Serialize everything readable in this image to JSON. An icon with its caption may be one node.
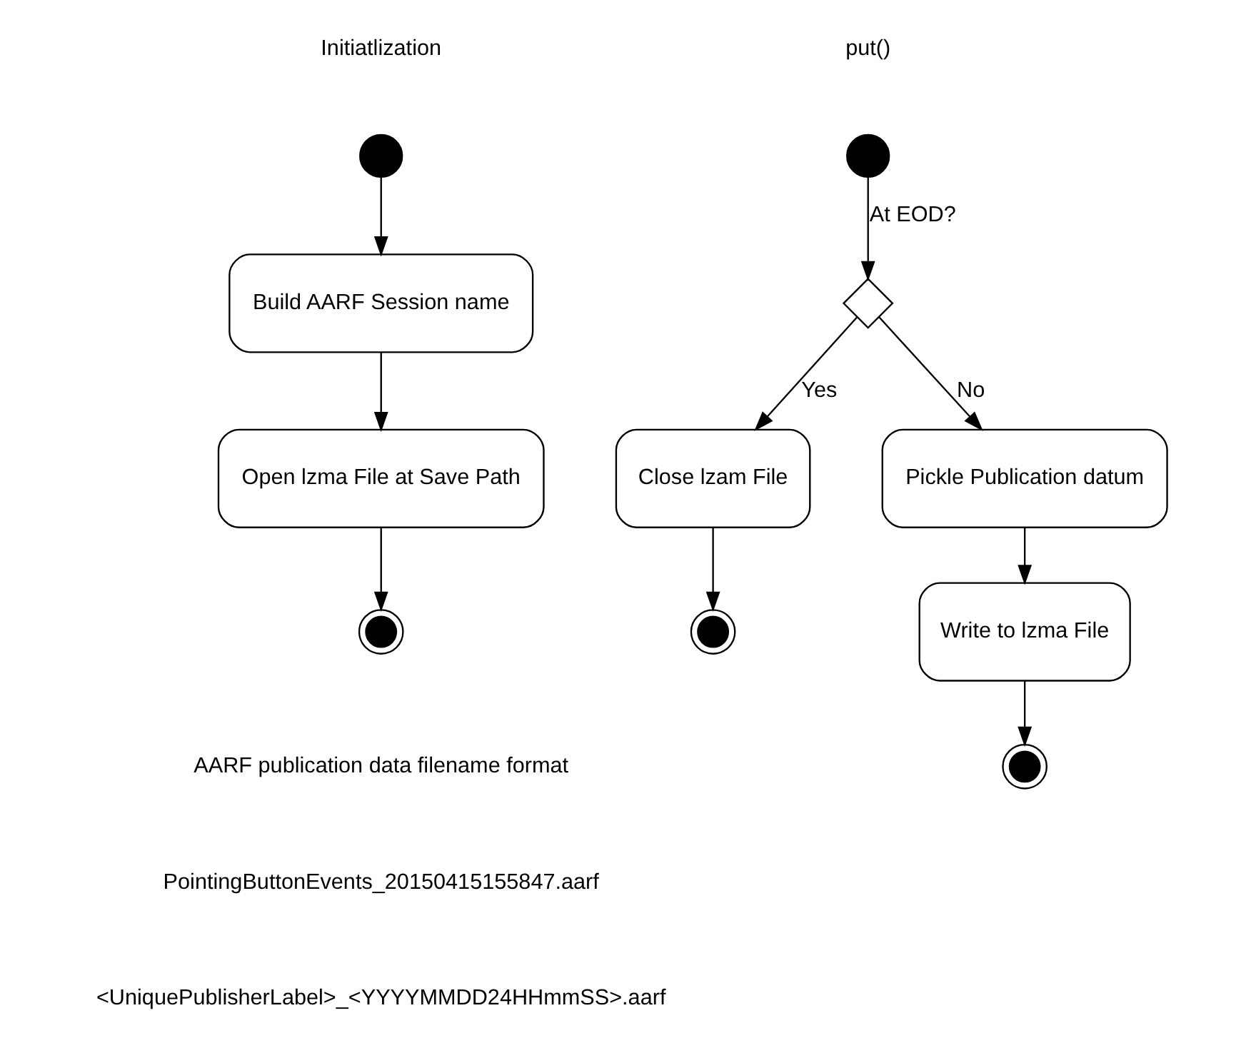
{
  "diagram": {
    "nodes": [
      {
        "text": [],
        "shape": "circle"
      },
      {
        "text": [
          "Build AARF Session name"
        ]
      },
      {
        "text": [
          "Open lzma File at Save Path"
        ]
      },
      {
        "text": [],
        "shape": "circle"
      },
      {
        "text": [],
        "shape": "circle"
      },
      {
        "text": [],
        "shape": "diamond"
      },
      {
        "text": [
          "Close lzam File"
        ]
      },
      {
        "text": [],
        "shape": "circle"
      },
      {
        "text": [
          "Pickle Publication datum"
        ]
      },
      {
        "text": [
          "Write to lzma File"
        ]
      },
      {
        "text": [],
        "shape": "circle"
      }
    ],
    "edges": [
      {
        "from": 0,
        "to": 1,
        "arrow": "to"
      },
      {
        "from": 1,
        "to": 2,
        "arrow": "to"
      },
      {
        "from": 2,
        "to": 3,
        "arrow": "to"
      },
      {
        "from": 4,
        "to": 5,
        "arrow": "to",
        "label": "At EOD?"
      },
      {
        "from": 5,
        "to": 6,
        "arrow": "to",
        "label": "Yes"
      },
      {
        "from": 5,
        "to": 8,
        "arrow": "to",
        "label": "No"
      },
      {
        "from": 6,
        "to": 7,
        "arrow": "to"
      },
      {
        "from": 8,
        "to": 9,
        "arrow": "to"
      },
      {
        "from": 9,
        "to": 10,
        "arrow": "to"
      }
    ],
    "labels": [
      "Initiatlization",
      "put()",
      "AARF publication data filename format",
      "PointingButtonEvents_20150415155847.aarf",
      "<UniquePublisherLabel>_<YYYYMMDD24HHmmSS>.aarf"
    ]
  }
}
